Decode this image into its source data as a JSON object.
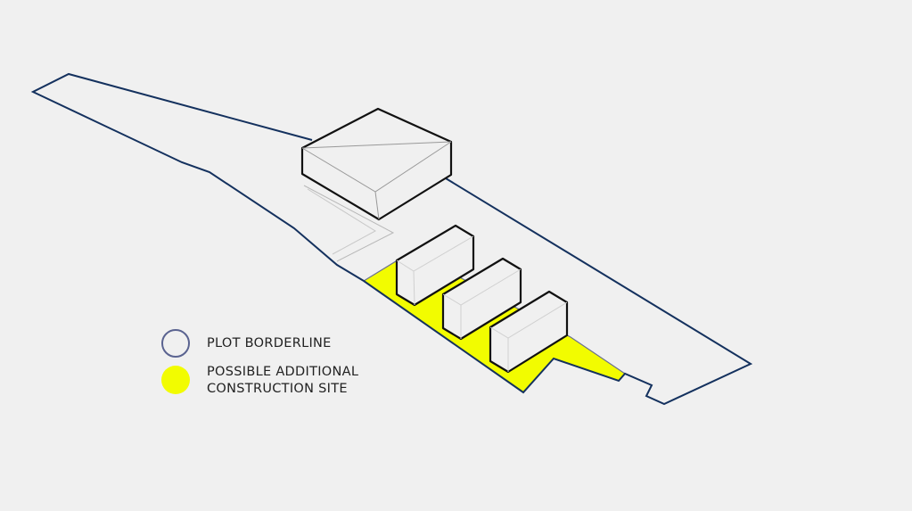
{
  "legend": {
    "items": [
      {
        "label": "PLOT BORDERLINE",
        "color": "#5a6390"
      },
      {
        "label_line1": "POSSIBLE ADDITIONAL",
        "label_line2": "CONSTRUCTION SITE",
        "color": "#f2fc00"
      }
    ]
  },
  "colors": {
    "plot": "#14315e",
    "site": "#f2fc00",
    "building": "#111111",
    "background": "#f0f0f0"
  }
}
